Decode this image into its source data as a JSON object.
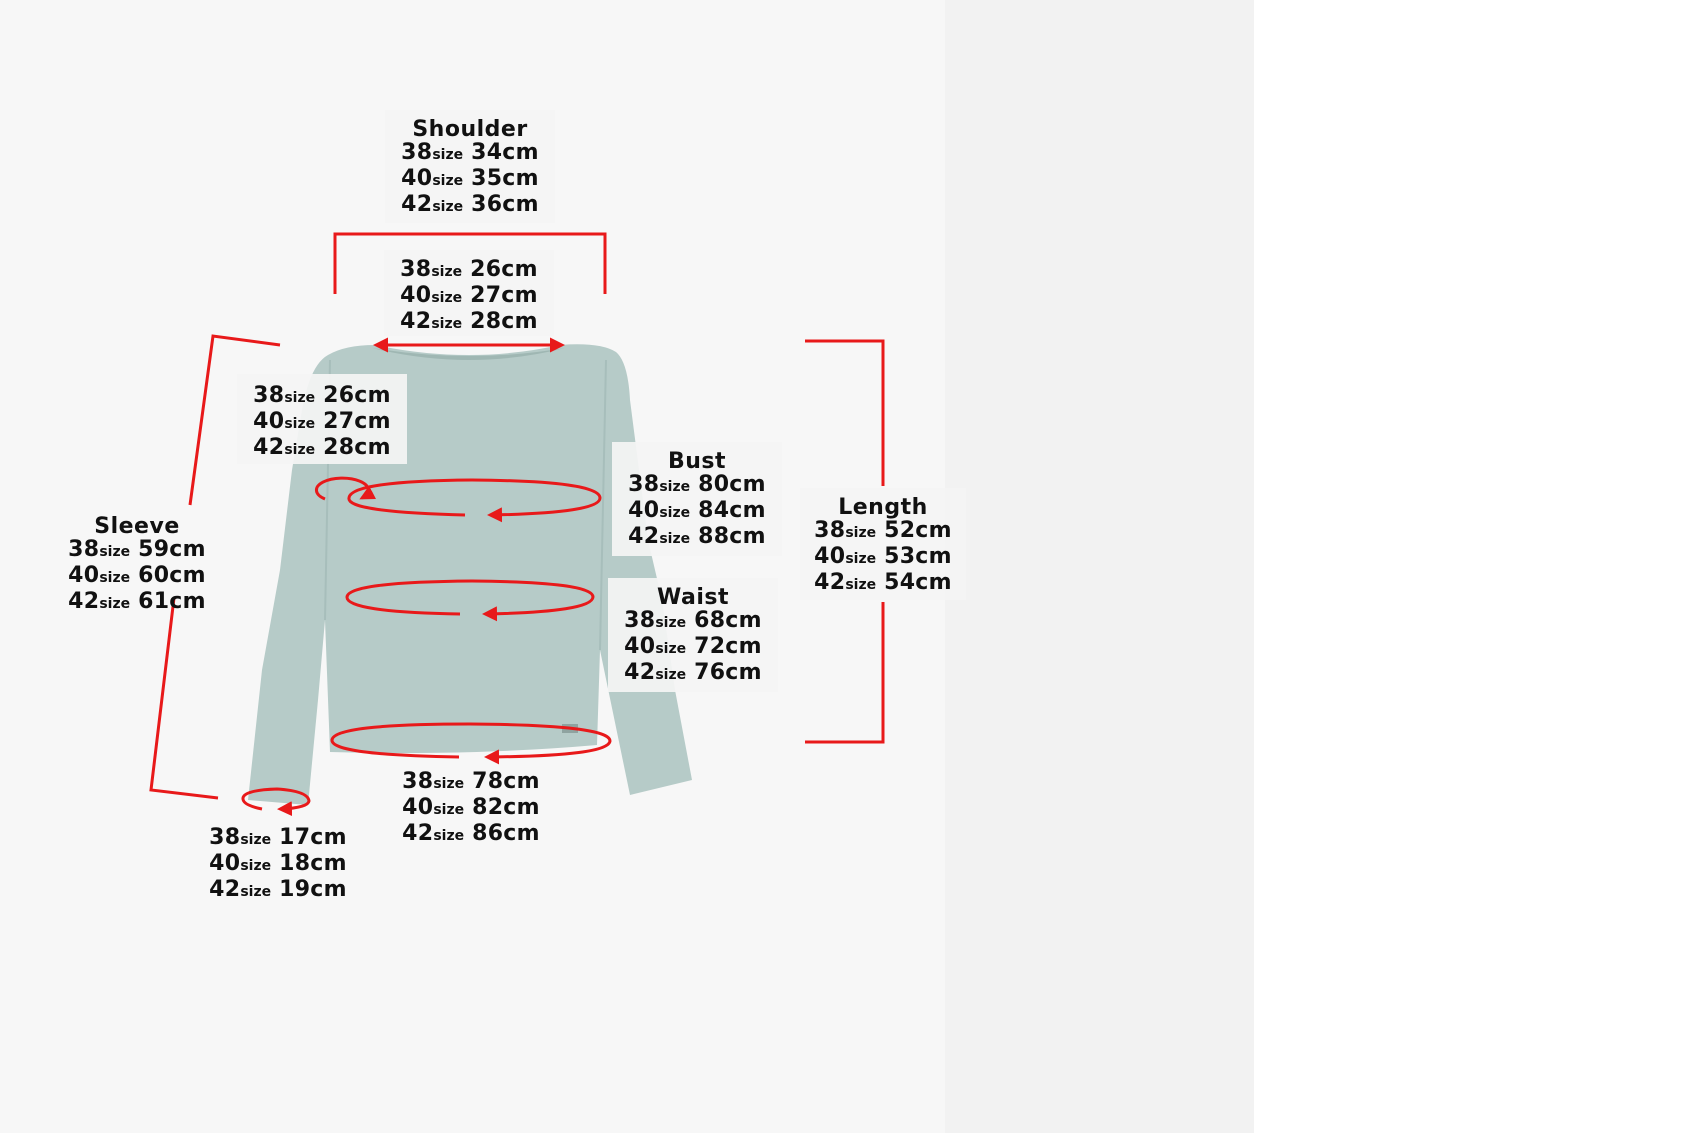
{
  "size_unit": "size",
  "accent_color": "#e8191a",
  "garment_color": "#b6cbc8",
  "annotations": {
    "shoulder": {
      "label": "Shoulder",
      "rows": [
        {
          "size": "38",
          "value": "34cm"
        },
        {
          "size": "40",
          "value": "35cm"
        },
        {
          "size": "42",
          "value": "36cm"
        }
      ]
    },
    "neck": {
      "label": "",
      "rows": [
        {
          "size": "38",
          "value": "26cm"
        },
        {
          "size": "40",
          "value": "27cm"
        },
        {
          "size": "42",
          "value": "28cm"
        }
      ]
    },
    "armhole": {
      "label": "",
      "rows": [
        {
          "size": "38",
          "value": "26cm"
        },
        {
          "size": "40",
          "value": "27cm"
        },
        {
          "size": "42",
          "value": "28cm"
        }
      ]
    },
    "bust": {
      "label": "Bust",
      "rows": [
        {
          "size": "38",
          "value": "80cm"
        },
        {
          "size": "40",
          "value": "84cm"
        },
        {
          "size": "42",
          "value": "88cm"
        }
      ]
    },
    "waist": {
      "label": "Waist",
      "rows": [
        {
          "size": "38",
          "value": "68cm"
        },
        {
          "size": "40",
          "value": "72cm"
        },
        {
          "size": "42",
          "value": "76cm"
        }
      ]
    },
    "length": {
      "label": "Length",
      "rows": [
        {
          "size": "38",
          "value": "52cm"
        },
        {
          "size": "40",
          "value": "53cm"
        },
        {
          "size": "42",
          "value": "54cm"
        }
      ]
    },
    "sleeve": {
      "label": "Sleeve",
      "rows": [
        {
          "size": "38",
          "value": "59cm"
        },
        {
          "size": "40",
          "value": "60cm"
        },
        {
          "size": "42",
          "value": "61cm"
        }
      ]
    },
    "hem": {
      "label": "",
      "rows": [
        {
          "size": "38",
          "value": "78cm"
        },
        {
          "size": "40",
          "value": "82cm"
        },
        {
          "size": "42",
          "value": "86cm"
        }
      ]
    },
    "cuff": {
      "label": "",
      "rows": [
        {
          "size": "38",
          "value": "17cm"
        },
        {
          "size": "40",
          "value": "18cm"
        },
        {
          "size": "42",
          "value": "19cm"
        }
      ]
    }
  }
}
